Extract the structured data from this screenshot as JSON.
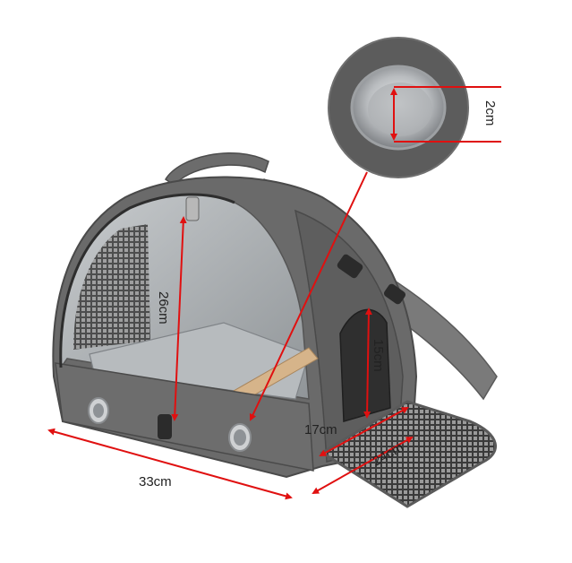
{
  "colors": {
    "fabric": "#6a6a6a",
    "fabric_dark": "#4e4e4e",
    "fabric_light": "#858585",
    "arrow": "#e01010",
    "metal": "#c9cbcd",
    "background": "#ffffff"
  },
  "dimensions": {
    "bowl_depth": "2cm",
    "height": "26cm",
    "door_height": "15cm",
    "door_width": "17cm",
    "mat_length": "24cm",
    "length": "33cm"
  }
}
